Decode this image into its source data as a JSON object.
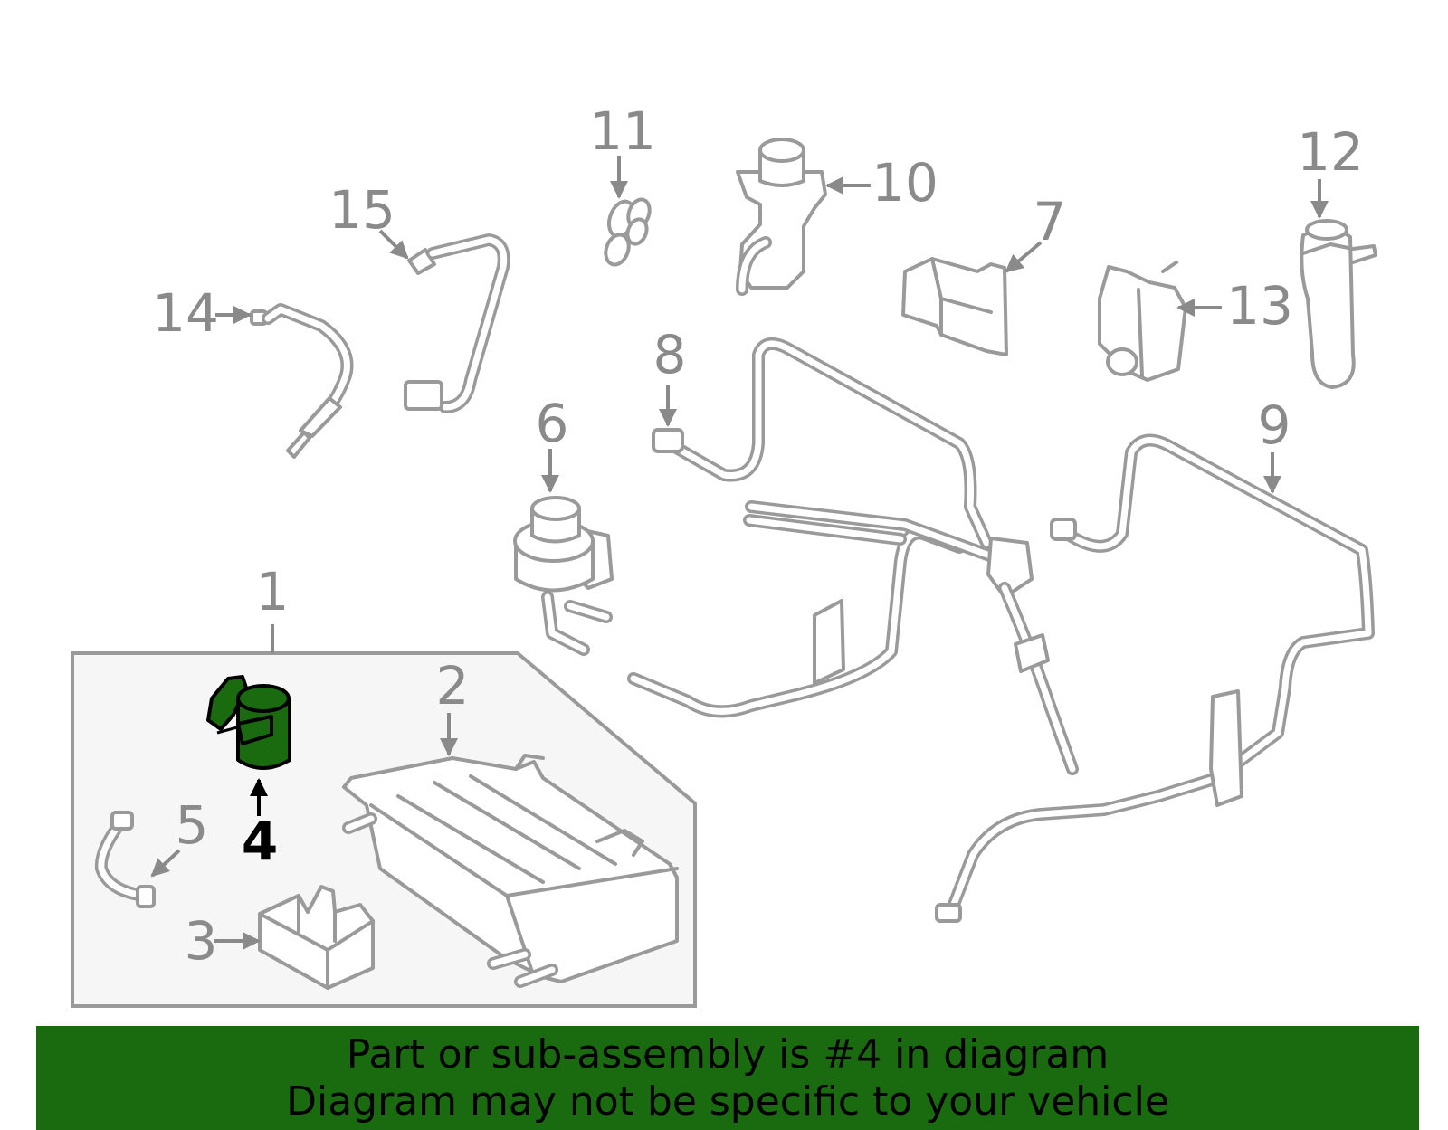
{
  "diagram": {
    "highlight_color": "#1a6b0f",
    "highlighted_part": "4",
    "callouts": {
      "c1": "1",
      "c2": "2",
      "c3": "3",
      "c4": "4",
      "c5": "5",
      "c6": "6",
      "c7": "7",
      "c8": "8",
      "c9": "9",
      "c10": "10",
      "c11": "11",
      "c12": "12",
      "c13": "13",
      "c14": "14",
      "c15": "15"
    }
  },
  "banner": {
    "background": "#1a6b0f",
    "line1": "Part or sub-assembly is #4 in diagram",
    "line2": "Diagram may not be specific to your vehicle"
  }
}
